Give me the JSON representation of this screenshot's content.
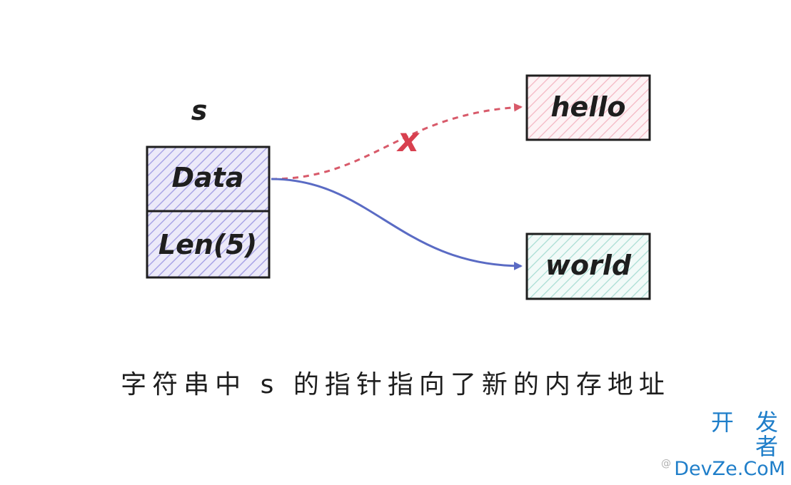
{
  "variable_label": "s",
  "struct_fields": {
    "data": "Data",
    "len": "Len(5)"
  },
  "targets": {
    "old": "hello",
    "new": "world"
  },
  "invalid_mark": "x",
  "caption": "字符串中 s 的指针指向了新的内存地址",
  "watermark": {
    "top": "开 发 者",
    "bottom": "DevZe.CoM",
    "prefix": "@"
  },
  "colors": {
    "struct_fill": "#a9a4e6",
    "old_fill": "#f4a6b6",
    "new_fill": "#9fd9cf",
    "old_pointer": "#d85a6a",
    "new_pointer": "#5a6bc4",
    "watermark": "#1f7ec9"
  }
}
